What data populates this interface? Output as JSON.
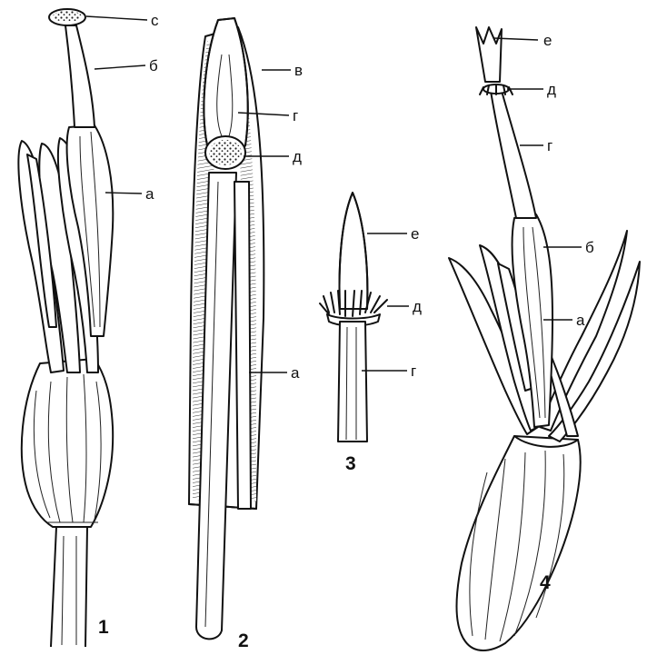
{
  "figures": [
    {
      "number": "1",
      "labels": {
        "top": "с",
        "b": "б",
        "a": "а"
      }
    },
    {
      "number": "2",
      "labels": {
        "v": "в",
        "g": "г",
        "d": "д",
        "a": "а"
      }
    },
    {
      "number": "3",
      "labels": {
        "e": "е",
        "d": "д",
        "g": "г"
      }
    },
    {
      "number": "4",
      "labels": {
        "e": "е",
        "d": "д",
        "g": "г",
        "b": "б",
        "a": "а"
      }
    }
  ]
}
